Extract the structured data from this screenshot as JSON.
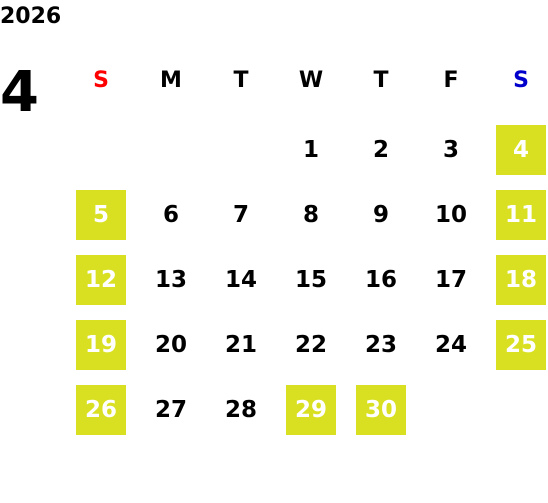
{
  "year": "2026",
  "month": "4",
  "colors": {
    "highlight": "#d9e021",
    "sunday_header": "#ff0000",
    "saturday_header": "#0000cc",
    "text": "#000000"
  },
  "weekdays": [
    {
      "label": "S",
      "color": "#ff0000"
    },
    {
      "label": "M",
      "color": "#000000"
    },
    {
      "label": "T",
      "color": "#000000"
    },
    {
      "label": "W",
      "color": "#000000"
    },
    {
      "label": "T",
      "color": "#000000"
    },
    {
      "label": "F",
      "color": "#000000"
    },
    {
      "label": "S",
      "color": "#0000cc"
    }
  ],
  "weeks": [
    [
      "",
      "",
      "",
      "1",
      "2",
      "3",
      "4"
    ],
    [
      "5",
      "6",
      "7",
      "8",
      "9",
      "10",
      "11"
    ],
    [
      "12",
      "13",
      "14",
      "15",
      "16",
      "17",
      "18"
    ],
    [
      "19",
      "20",
      "21",
      "22",
      "23",
      "24",
      "25"
    ],
    [
      "26",
      "27",
      "28",
      "29",
      "30",
      "",
      ""
    ]
  ],
  "highlighted_days": [
    "4",
    "5",
    "11",
    "12",
    "18",
    "19",
    "25",
    "26",
    "29",
    "30"
  ]
}
